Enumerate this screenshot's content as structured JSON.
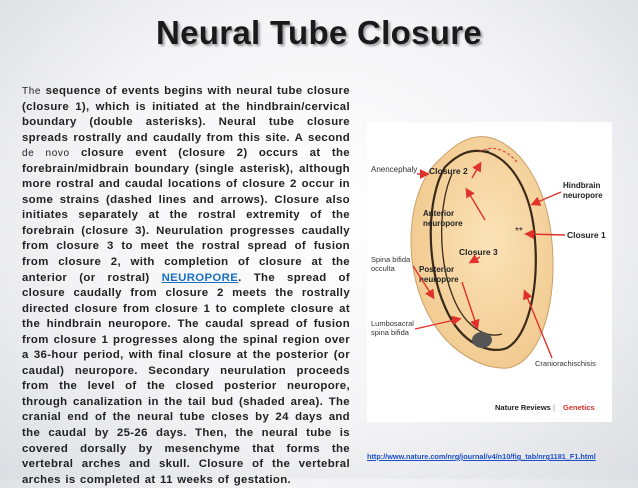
{
  "title": "Neural Tube Closure",
  "body": {
    "p1": "The",
    "p2": " sequence of events begins with neural tube closure (closure 1), which is initiated at the hindbrain/cervical boundary (double asterisks). Neural tube closure spreads rostrally and caudally from this site. A second ",
    "p3": "de novo",
    "p4": " closure event (closure 2) occurs at the forebrain/midbrain boundary (single asterisk), although more rostral and caudal locations of closure 2 occur in some strains (dashed lines and arrows). Closure also initiates separately at the rostral extremity of the forebrain (closure 3). Neurulation progresses caudally from closure 3 to meet the rostral spread of fusion from closure 2, with completion of closure at the anterior (or rostral) ",
    "link": "NEUROPORE",
    "p5": ". The spread of closure caudally from closure 2 meets the rostrally directed closure from closure 1 to complete closure at the hindbrain neuropore. The caudal spread of fusion from closure 1 progresses along the spinal region over a 36-hour period, with final closure at the posterior (or caudal) neuropore. Secondary neurulation proceeds from the level of the closed posterior neuropore, through canalization in the tail bud (shaded area). The cranial end of the neural tube closes by 24 days and the caudal by 25-26 days. Then, the neural tube is covered dorsally by mesenchyme that forms the vertebral arches and skull. Closure of the vertebral arches is completed at 11 weeks of gestation."
  },
  "figure": {
    "labels": {
      "anencephaly": "Anencephaly",
      "closure2": "Closure 2",
      "hindbrain": "Hindbrain",
      "hindbrain2": "neuropore",
      "anterior": "Anterior",
      "anterior2": "neuropore",
      "closure1": "Closure 1",
      "closure3": "Closure 3",
      "spina1": "Spina bifida",
      "spina2": "occulta",
      "posterior": "Posterior",
      "posterior2": "neuropore",
      "lumbo1": "Lumbosacral",
      "lumbo2": "spina bifida",
      "cranio": "Craniorachischisis",
      "asterisk1": "*",
      "asterisk2": "**"
    },
    "credit_journal": "Nature Reviews",
    "credit_sep": " | ",
    "credit_section": "Genetics",
    "colors": {
      "arrow": "#e0312b",
      "embryo": "#f7d9a8",
      "tube": "#3a2a1a"
    }
  },
  "url": "http://www.nature.com/nrg/journal/v4/n10/fig_tab/nrg1181_F1.html"
}
